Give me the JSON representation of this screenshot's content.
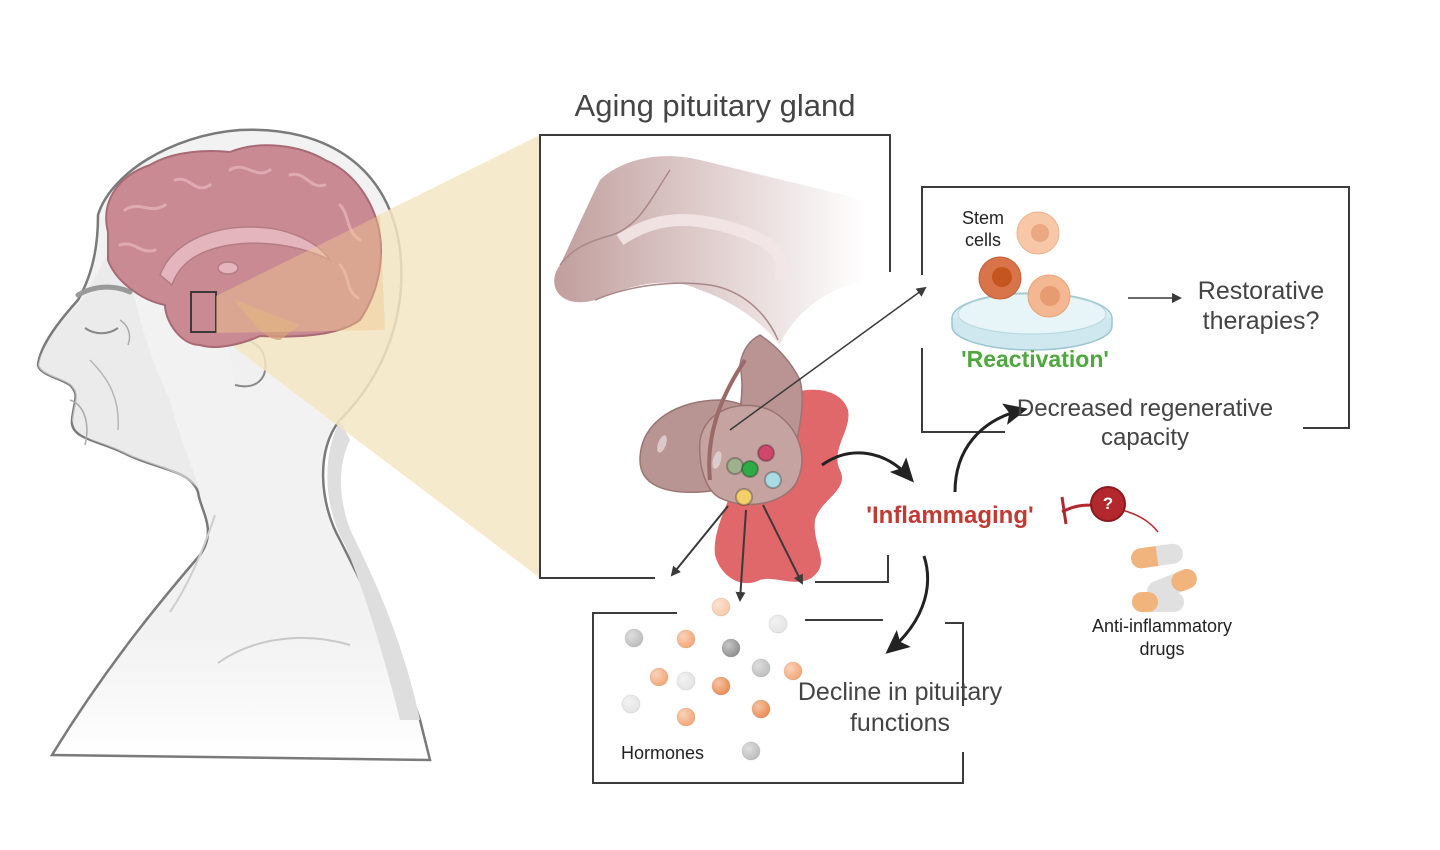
{
  "title": "Aging pituitary gland",
  "labels": {
    "stem_cells": "Stem cells",
    "restorative": "Restorative therapies?",
    "reactivation": "'Reactivation'",
    "decreased": "Decreased regenerative capacity",
    "inflammaging": "'Inflammaging'",
    "question_mark": "?",
    "drugs": "Anti-inflammatory drugs",
    "decline": "Decline in pituitary functions",
    "hormones": "Hormones"
  },
  "colors": {
    "brain": "#c98a94",
    "zoom_beam": "#f5e6c4",
    "inflammation": "#e0676a",
    "gland": "#b89593",
    "reactivation_text": "#4fa83d",
    "inflammaging_text": "#c23a34",
    "arrow": "#2b2b2b"
  },
  "gland_cells": [
    {
      "name": "cell-olive",
      "color": "#9fb08c"
    },
    {
      "name": "cell-magenta",
      "color": "#d0476e"
    },
    {
      "name": "cell-green",
      "color": "#2eaa47"
    },
    {
      "name": "cell-cyan",
      "color": "#a9dbe4"
    },
    {
      "name": "cell-yellow",
      "color": "#f3cf6a"
    }
  ],
  "hormone_colors": {
    "light_orange": "#f7c7a8",
    "orange": "#f3a675",
    "dark_orange": "#ec8a4f",
    "light_grey": "#e4e4e4",
    "grey": "#bdbdbd",
    "dark_grey": "#8e8e8e"
  }
}
